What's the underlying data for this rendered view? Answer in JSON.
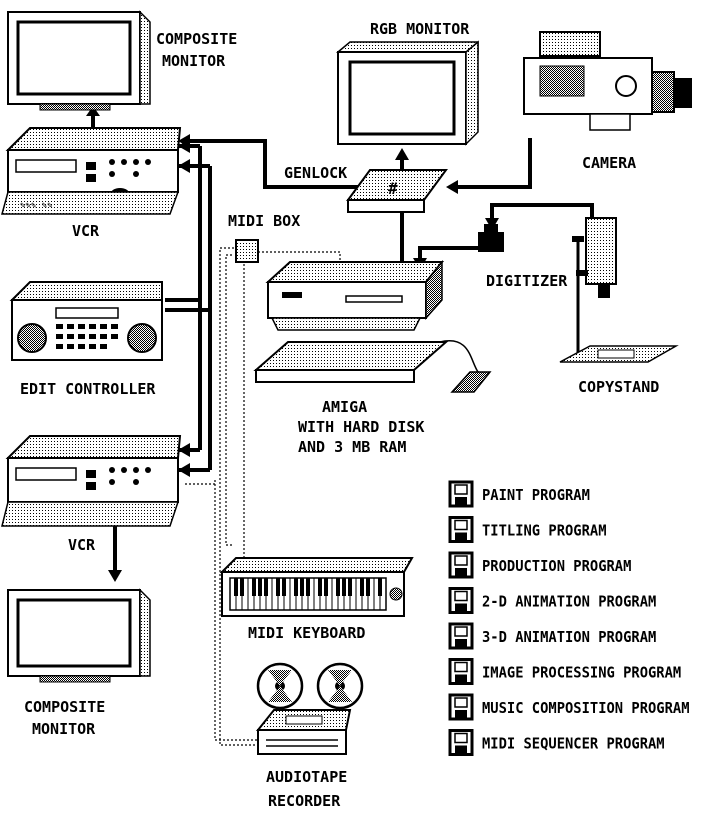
{
  "labels": {
    "composite_monitor_top_l1": "COMPOSITE",
    "composite_monitor_top_l2": "MONITOR",
    "rgb_monitor": "RGB MONITOR",
    "genlock": "GENLOCK",
    "camera": "CAMERA",
    "midi_box": "MIDI BOX",
    "digitizer": "DIGITIZER",
    "vcr_top": "VCR",
    "edit_controller": "EDIT CONTROLLER",
    "copystand": "COPYSTAND",
    "amiga_l1": "AMIGA",
    "amiga_l2": "WITH HARD DISK",
    "amiga_l3": "AND 3 MB RAM",
    "vcr_bottom": "VCR",
    "composite_monitor_bottom_l1": "COMPOSITE",
    "composite_monitor_bottom_l2": "MONITOR",
    "midi_keyboard": "MIDI KEYBOARD",
    "audiotape_l1": "AUDIOTAPE",
    "audiotape_l2": "RECORDER"
  },
  "software": [
    {
      "label": "PAINT PROGRAM",
      "icon": "floppy-disk-icon"
    },
    {
      "label": "TITLING PROGRAM",
      "icon": "floppy-disk-icon"
    },
    {
      "label": "PRODUCTION PROGRAM",
      "icon": "floppy-disk-icon"
    },
    {
      "label": "2-D ANIMATION PROGRAM",
      "icon": "floppy-disk-icon"
    },
    {
      "label": "3-D ANIMATION PROGRAM",
      "icon": "floppy-disk-icon"
    },
    {
      "label": "IMAGE PROCESSING PROGRAM",
      "icon": "floppy-disk-icon"
    },
    {
      "label": "MUSIC COMPOSITION PROGRAM",
      "icon": "floppy-disk-icon"
    },
    {
      "label": "MIDI SEQUENCER PROGRAM",
      "icon": "floppy-disk-icon"
    }
  ]
}
